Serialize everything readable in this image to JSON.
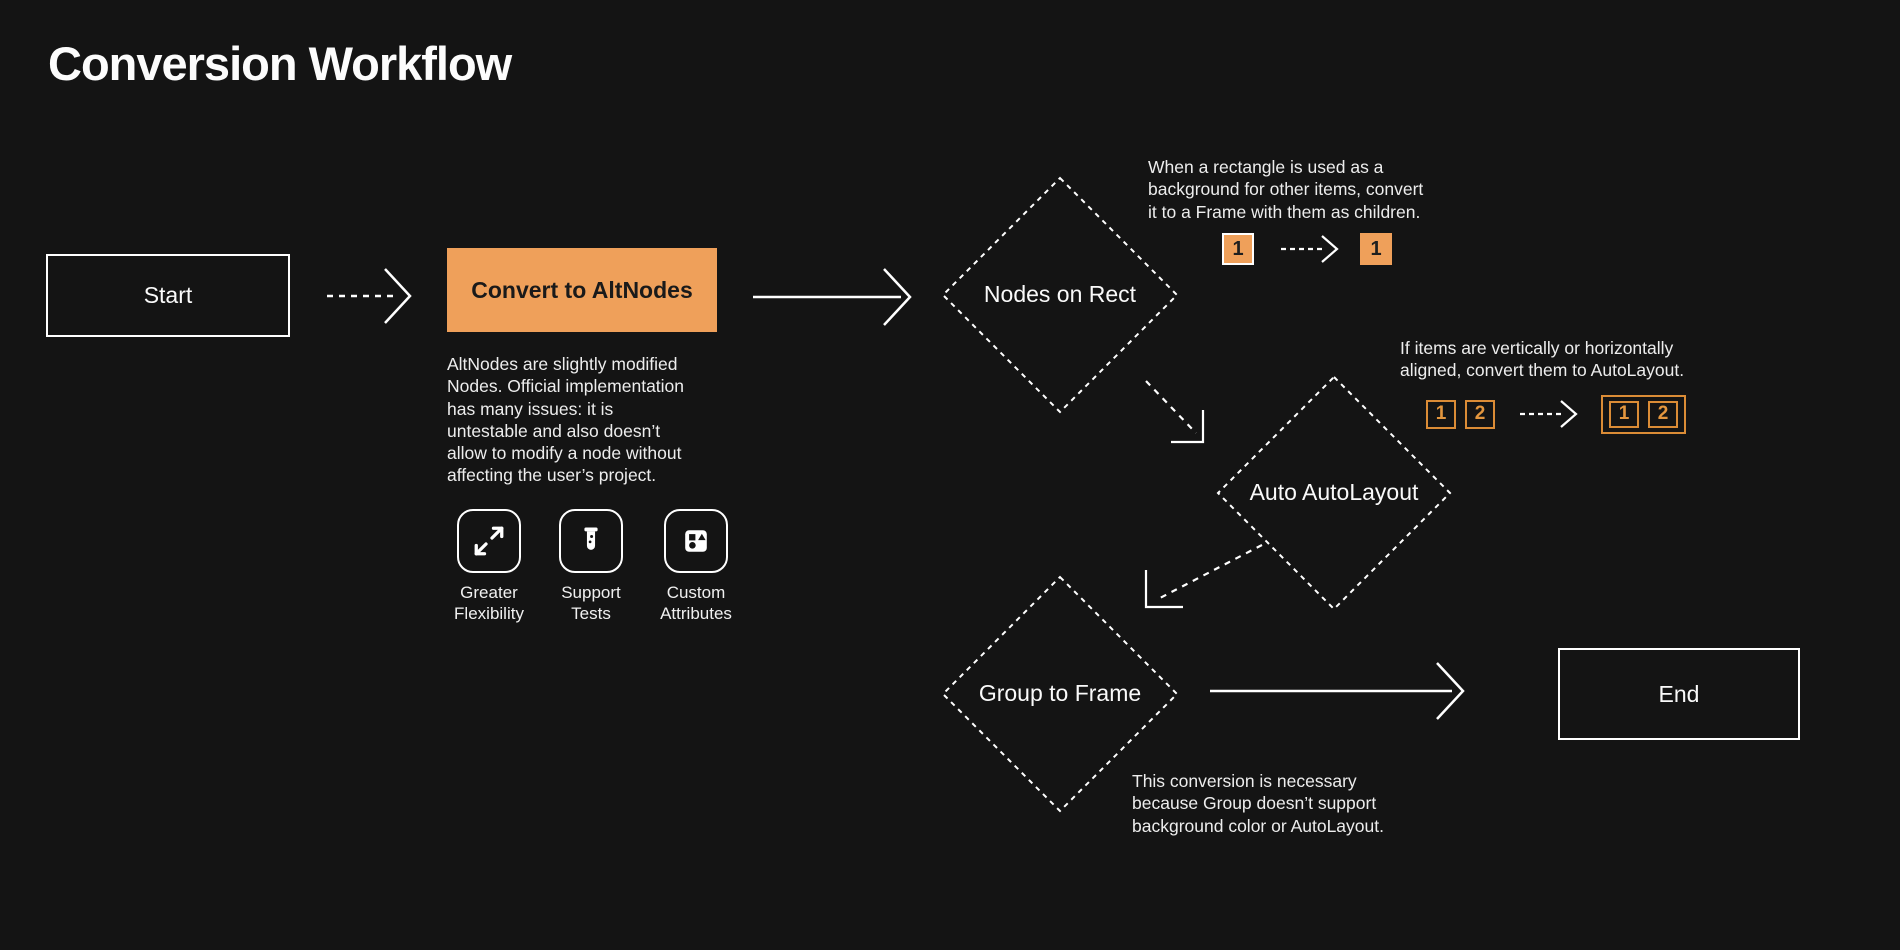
{
  "title": "Conversion Workflow",
  "colors": {
    "background": "#141414",
    "orange_fill": "#efa05a",
    "orange_outline": "#db8c36",
    "stroke_white": "#ffffff",
    "dark_text_on_orange": "#1a1a1a"
  },
  "nodes": {
    "start": {
      "label": "Start"
    },
    "convert": {
      "label": "Convert to AltNodes"
    },
    "nodes_on_rect": {
      "label": "Nodes on Rect"
    },
    "auto_autolayout": {
      "label": "Auto AutoLayout"
    },
    "group_to_frame": {
      "label": "Group to Frame"
    },
    "end": {
      "label": "End"
    }
  },
  "description": {
    "text": "AltNodes are slightly modified\nNodes. Official implementation\nhas many issues: it is\nuntestable and also doesn’t\nallow to modify a node without\naffecting the user’s project."
  },
  "benefits": [
    {
      "label": "Greater\nFlexibility",
      "icon": "expand-arrows-icon"
    },
    {
      "label": "Support\nTests",
      "icon": "test-tube-icon"
    },
    {
      "label": "Custom\nAttributes",
      "icon": "shapes-icon"
    }
  ],
  "annotations": {
    "rect_to_frame": {
      "text": "When a rectangle is used as a\nbackground for other items, convert\nit to a Frame with them as children.",
      "before_item": "1",
      "after_item": "1"
    },
    "autolayout": {
      "text": "If items are vertically or horizontally\naligned, convert them to AutoLayout.",
      "before_items": [
        "1",
        "2"
      ],
      "after_items": [
        "1",
        "2"
      ]
    },
    "group_to_frame": {
      "text": "This conversion is necessary\nbecause Group doesn’t support\nbackground color or AutoLayout."
    }
  }
}
